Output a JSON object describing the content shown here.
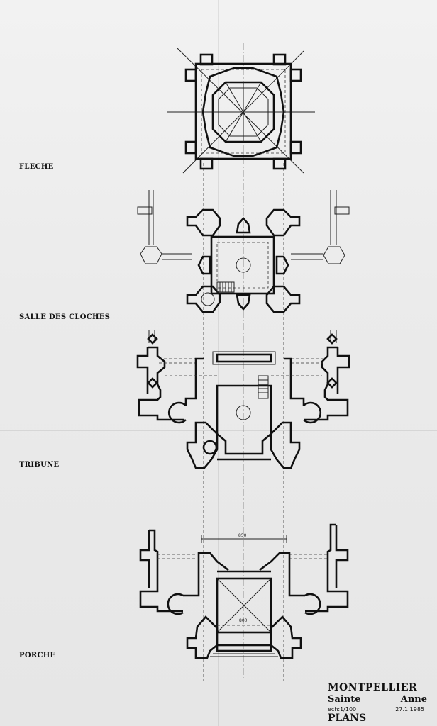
{
  "levels": {
    "fleche": "FLECHE",
    "salle": "SALLE DES CLOCHES",
    "tribune": "TRIBUNE",
    "porche": "PORCHE"
  },
  "dimensions": {
    "tribune_width": "850",
    "porche_width": "800"
  },
  "title_block": {
    "city": "MONTPELLIER",
    "name_1": "Sainte",
    "name_2": "Anne",
    "scale": "ech:1/100",
    "date": "27.1.1985",
    "sheet": "PLANS"
  }
}
